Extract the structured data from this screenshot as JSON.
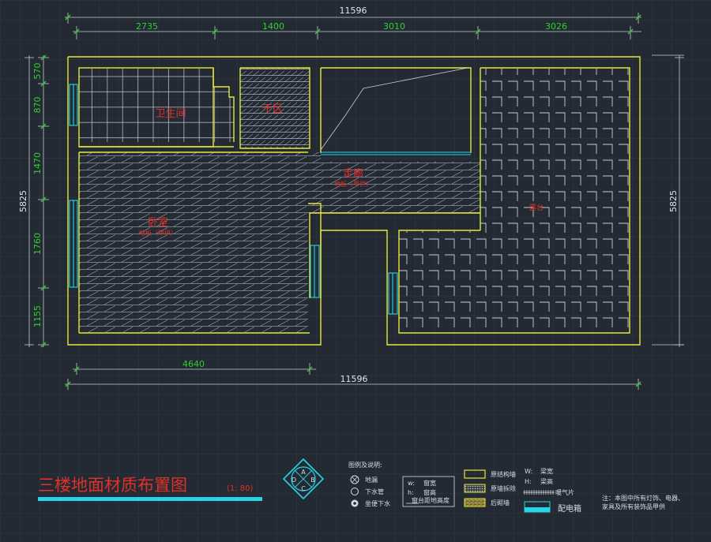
{
  "colors": {
    "background": "#232a33",
    "grid": "#2f3844",
    "wall": "#e8e83a",
    "dimension": "#2bd42b",
    "dimension_line": "#c8ccd2",
    "hatch": "#c9ced6",
    "window": "#27d6e6",
    "room_label": "#e0302a",
    "title": "#e0302a",
    "title_bar": "#27d6e6"
  },
  "dimensions": {
    "overall_top": "11596",
    "overall_bottom": "11596",
    "top_segments": [
      "2735",
      "1400",
      "3010",
      "3026"
    ],
    "bottom_segment": "4640",
    "left_segments": [
      "570",
      "870",
      "1470",
      "1760",
      "1155"
    ],
    "left_total": "5825",
    "right_total": "5825"
  },
  "rooms": {
    "bathroom": {
      "name": "卫生间"
    },
    "dry_zone": {
      "name": "干区"
    },
    "corridor": {
      "name": "走廊",
      "material": "地板（甲供）"
    },
    "bedroom": {
      "name": "卧室",
      "material": "地板（甲供）"
    },
    "terrace": {
      "name": "露台"
    }
  },
  "title": {
    "text": "三楼地面材质布置图",
    "scale": "(1: 80)"
  },
  "compass": {
    "letters": [
      "A",
      "B",
      "C",
      "D"
    ]
  },
  "legend": {
    "heading": "图例及说明:",
    "symbols": [
      {
        "icon": "floor-drain-icon",
        "label": "地漏"
      },
      {
        "icon": "drain-pipe-icon",
        "label": "下水管"
      },
      {
        "icon": "toilet-drain-icon",
        "label": "坐便下水"
      }
    ],
    "window_box": {
      "w": "w:",
      "w_label": "窗宽",
      "h": "h:",
      "h_label": "窗高",
      "sill": "窗台距地高度"
    },
    "wall_types": [
      {
        "pattern": "plain",
        "label": "原结构墙"
      },
      {
        "pattern": "demolish",
        "label": "原墙拆除"
      },
      {
        "pattern": "new",
        "label": "后砌墙"
      }
    ],
    "beam": {
      "w": "W:",
      "w_label": "梁宽",
      "h": "H:",
      "h_label": "梁高"
    },
    "radiator": "暖气片",
    "distribution_box": "配电箱",
    "note": [
      "注：本图中所有灯饰、电器、",
      "家具及所有装饰品甲供"
    ]
  }
}
